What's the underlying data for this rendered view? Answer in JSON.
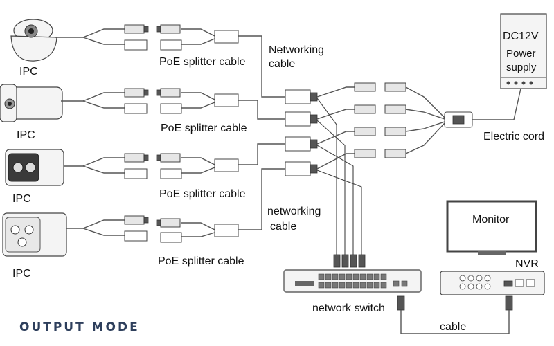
{
  "cameras": [
    {
      "label": "IPC",
      "icon": "dome-camera-icon"
    },
    {
      "label": "IPC",
      "icon": "bullet-camera-icon"
    },
    {
      "label": "IPC",
      "icon": "bullet-camera-icon"
    },
    {
      "label": "IPC",
      "icon": "bullet-camera-icon"
    }
  ],
  "splitters": [
    {
      "label": "PoE splitter cable"
    },
    {
      "label": "PoE splitter cable"
    },
    {
      "label": "PoE splitter cable"
    },
    {
      "label": "PoE splitter cable"
    }
  ],
  "networking_top": {
    "line1": "Networking",
    "line2": "cable"
  },
  "networking_bottom": {
    "line1": "networking",
    "line2": "cable"
  },
  "power_supply": {
    "voltage": "DC12V",
    "line1": "Power",
    "line2": "supply"
  },
  "electric_cord": "Electric cord",
  "monitor": "Monitor",
  "nvr": "NVR",
  "switch": "network switch",
  "cable": "cable",
  "mode": "OUTPUT  MODE"
}
